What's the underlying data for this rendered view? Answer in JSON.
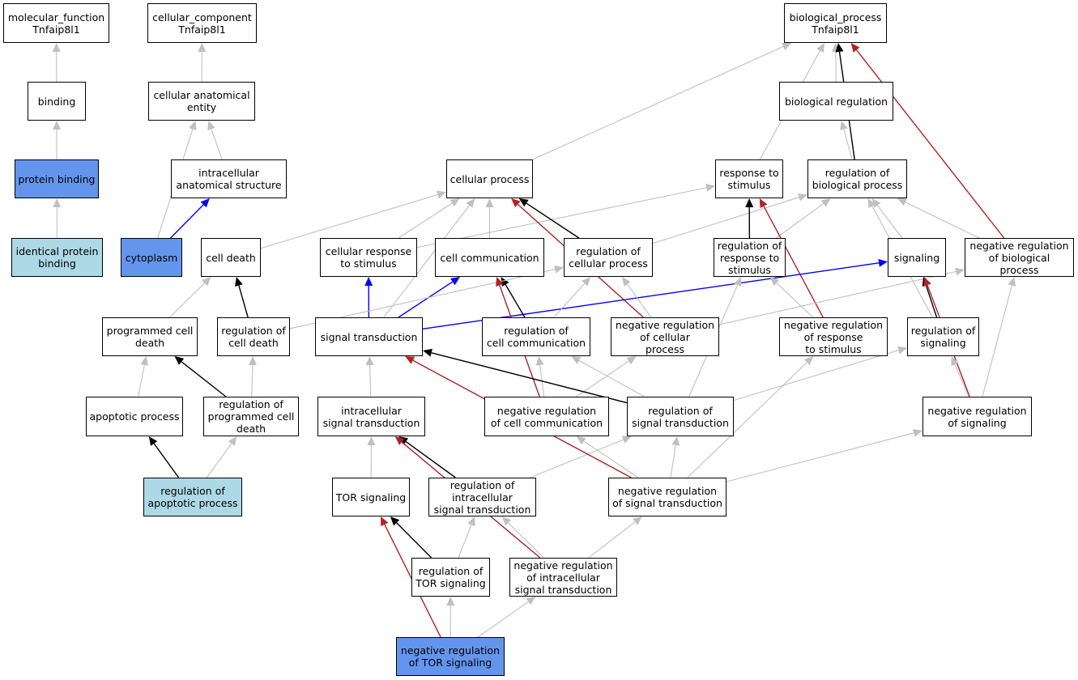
{
  "colors": {
    "annotated_term": "#6495ed",
    "related_term": "#add8e6",
    "edge_is_a": "#c0c0c0",
    "edge_part_of": "#0000ff",
    "edge_regulates": "#000000",
    "edge_negatively_regulates": "#b22222",
    "node_border": "#000000",
    "node_fill": "#ffffff"
  },
  "nodes": {
    "molecular_function": "molecular_function\nTnfaip8l1",
    "cellular_component": "cellular_component\nTnfaip8l1",
    "biological_process": "biological_process\nTnfaip8l1",
    "binding": "binding",
    "cellular_anatomical_entity": "cellular anatomical\nentity",
    "biological_regulation": "biological regulation",
    "protein_binding": "protein binding",
    "intracellular_anatomical_structure": "intracellular\nanatomical structure",
    "cellular_process": "cellular process",
    "response_to_stimulus": "response to\nstimulus",
    "regulation_of_biological_process": "regulation of\nbiological process",
    "identical_protein_binding": "identical protein\nbinding",
    "cytoplasm": "cytoplasm",
    "cell_death": "cell death",
    "cellular_response_to_stimulus": "cellular response\nto stimulus",
    "cell_communication": "cell communication",
    "regulation_of_cellular_process": "regulation of\ncellular process",
    "regulation_of_response_to_stimulus": "regulation of\nresponse to\nstimulus",
    "signaling": "signaling",
    "negative_regulation_of_biological_process": "negative regulation\nof biological\nprocess",
    "programmed_cell_death": "programmed cell\ndeath",
    "regulation_of_cell_death": "regulation of\ncell death",
    "signal_transduction": "signal transduction",
    "regulation_of_cell_communication": "regulation of\ncell communication",
    "negative_regulation_of_cellular_process": "negative regulation\nof cellular\nprocess",
    "negative_regulation_of_response_to_stimulus": "negative regulation\nof response\nto stimulus",
    "regulation_of_signaling": "regulation of\nsignaling",
    "apoptotic_process": "apoptotic process",
    "regulation_of_programmed_cell_death": "regulation of\nprogrammed cell\ndeath",
    "intracellular_signal_transduction": "intracellular\nsignal transduction",
    "negative_regulation_of_cell_communication": "negative regulation\nof cell communication",
    "regulation_of_signal_transduction": "regulation of\nsignal transduction",
    "negative_regulation_of_signaling": "negative regulation\nof signaling",
    "regulation_of_apoptotic_process": "regulation of\napoptotic process",
    "tor_signaling": "TOR signaling",
    "regulation_of_intracellular_signal_transduction": "regulation of\nintracellular\nsignal transduction",
    "negative_regulation_of_signal_transduction": "negative regulation\nof signal transduction",
    "regulation_of_tor_signaling": "regulation of\nTOR signaling",
    "negative_regulation_of_intracellular_signal_transduction": "negative regulation\nof intracellular\nsignal transduction",
    "negative_regulation_of_tor_signaling": "negative regulation\nof TOR signaling"
  },
  "edges": [
    {
      "from": "binding",
      "to": "molecular_function",
      "type": "is_a"
    },
    {
      "from": "protein_binding",
      "to": "binding",
      "type": "is_a"
    },
    {
      "from": "identical_protein_binding",
      "to": "protein_binding",
      "type": "is_a"
    },
    {
      "from": "cellular_anatomical_entity",
      "to": "cellular_component",
      "type": "is_a"
    },
    {
      "from": "intracellular_anatomical_structure",
      "to": "cellular_anatomical_entity",
      "type": "is_a"
    },
    {
      "from": "cytoplasm",
      "to": "cellular_anatomical_entity",
      "type": "is_a"
    },
    {
      "from": "cytoplasm",
      "to": "intracellular_anatomical_structure",
      "type": "part_of"
    },
    {
      "from": "cellular_process",
      "to": "biological_process",
      "type": "is_a"
    },
    {
      "from": "response_to_stimulus",
      "to": "biological_process",
      "type": "is_a"
    },
    {
      "from": "biological_regulation",
      "to": "biological_process",
      "type": "is_a"
    },
    {
      "from": "regulation_of_biological_process",
      "to": "biological_process",
      "type": "regulates"
    },
    {
      "from": "negative_regulation_of_biological_process",
      "to": "biological_process",
      "type": "negatively_regulates"
    },
    {
      "from": "regulation_of_biological_process",
      "to": "biological_regulation",
      "type": "is_a"
    },
    {
      "from": "cell_death",
      "to": "cellular_process",
      "type": "is_a"
    },
    {
      "from": "cellular_response_to_stimulus",
      "to": "cellular_process",
      "type": "is_a"
    },
    {
      "from": "cellular_response_to_stimulus",
      "to": "response_to_stimulus",
      "type": "is_a"
    },
    {
      "from": "cell_communication",
      "to": "cellular_process",
      "type": "is_a"
    },
    {
      "from": "regulation_of_cellular_process",
      "to": "cellular_process",
      "type": "regulates"
    },
    {
      "from": "regulation_of_cellular_process",
      "to": "regulation_of_biological_process",
      "type": "is_a"
    },
    {
      "from": "negative_regulation_of_cellular_process",
      "to": "cellular_process",
      "type": "negatively_regulates"
    },
    {
      "from": "signal_transduction",
      "to": "cellular_process",
      "type": "is_a"
    },
    {
      "from": "regulation_of_response_to_stimulus",
      "to": "response_to_stimulus",
      "type": "regulates"
    },
    {
      "from": "regulation_of_response_to_stimulus",
      "to": "regulation_of_biological_process",
      "type": "is_a"
    },
    {
      "from": "negative_regulation_of_response_to_stimulus",
      "to": "response_to_stimulus",
      "type": "negatively_regulates"
    },
    {
      "from": "signaling",
      "to": "regulation_of_biological_process",
      "type": "is_a"
    },
    {
      "from": "negative_regulation_of_biological_process",
      "to": "regulation_of_biological_process",
      "type": "is_a"
    },
    {
      "from": "programmed_cell_death",
      "to": "cell_death",
      "type": "is_a"
    },
    {
      "from": "regulation_of_cell_death",
      "to": "cell_death",
      "type": "regulates"
    },
    {
      "from": "signal_transduction",
      "to": "cellular_response_to_stimulus",
      "type": "part_of"
    },
    {
      "from": "signal_transduction",
      "to": "cell_communication",
      "type": "part_of"
    },
    {
      "from": "signal_transduction",
      "to": "signaling",
      "type": "part_of"
    },
    {
      "from": "regulation_of_cell_communication",
      "to": "cell_communication",
      "type": "regulates"
    },
    {
      "from": "regulation_of_cell_communication",
      "to": "regulation_of_cellular_process",
      "type": "is_a"
    },
    {
      "from": "negative_regulation_of_cellular_process",
      "to": "regulation_of_cellular_process",
      "type": "is_a"
    },
    {
      "from": "regulation_of_cell_death",
      "to": "regulation_of_cellular_process",
      "type": "is_a"
    },
    {
      "from": "negative_regulation_of_cellular_process",
      "to": "negative_regulation_of_biological_process",
      "type": "is_a"
    },
    {
      "from": "negative_regulation_of_response_to_stimulus",
      "to": "regulation_of_response_to_stimulus",
      "type": "is_a"
    },
    {
      "from": "regulation_of_signaling",
      "to": "signaling",
      "type": "regulates"
    },
    {
      "from": "regulation_of_signaling",
      "to": "regulation_of_biological_process",
      "type": "is_a"
    },
    {
      "from": "negative_regulation_of_signaling",
      "to": "signaling",
      "type": "negatively_regulates"
    },
    {
      "from": "negative_regulation_of_signaling",
      "to": "regulation_of_signaling",
      "type": "is_a"
    },
    {
      "from": "negative_regulation_of_signaling",
      "to": "negative_regulation_of_biological_process",
      "type": "is_a"
    },
    {
      "from": "apoptotic_process",
      "to": "programmed_cell_death",
      "type": "is_a"
    },
    {
      "from": "regulation_of_programmed_cell_death",
      "to": "programmed_cell_death",
      "type": "regulates"
    },
    {
      "from": "regulation_of_programmed_cell_death",
      "to": "regulation_of_cell_death",
      "type": "is_a"
    },
    {
      "from": "intracellular_signal_transduction",
      "to": "signal_transduction",
      "type": "is_a"
    },
    {
      "from": "negative_regulation_of_cell_communication",
      "to": "cell_communication",
      "type": "negatively_regulates"
    },
    {
      "from": "negative_regulation_of_cell_communication",
      "to": "regulation_of_cell_communication",
      "type": "is_a"
    },
    {
      "from": "negative_regulation_of_cell_communication",
      "to": "negative_regulation_of_cellular_process",
      "type": "is_a"
    },
    {
      "from": "regulation_of_signal_transduction",
      "to": "signal_transduction",
      "type": "regulates"
    },
    {
      "from": "regulation_of_signal_transduction",
      "to": "regulation_of_cell_communication",
      "type": "is_a"
    },
    {
      "from": "regulation_of_signal_transduction",
      "to": "regulation_of_response_to_stimulus",
      "type": "is_a"
    },
    {
      "from": "regulation_of_signal_transduction",
      "to": "regulation_of_signaling",
      "type": "is_a"
    },
    {
      "from": "regulation_of_apoptotic_process",
      "to": "apoptotic_process",
      "type": "regulates"
    },
    {
      "from": "regulation_of_apoptotic_process",
      "to": "regulation_of_programmed_cell_death",
      "type": "is_a"
    },
    {
      "from": "tor_signaling",
      "to": "intracellular_signal_transduction",
      "type": "is_a"
    },
    {
      "from": "regulation_of_intracellular_signal_transduction",
      "to": "intracellular_signal_transduction",
      "type": "regulates"
    },
    {
      "from": "regulation_of_intracellular_signal_transduction",
      "to": "regulation_of_signal_transduction",
      "type": "is_a"
    },
    {
      "from": "negative_regulation_of_signal_transduction",
      "to": "signal_transduction",
      "type": "negatively_regulates"
    },
    {
      "from": "negative_regulation_of_signal_transduction",
      "to": "regulation_of_signal_transduction",
      "type": "is_a"
    },
    {
      "from": "negative_regulation_of_signal_transduction",
      "to": "negative_regulation_of_cell_communication",
      "type": "is_a"
    },
    {
      "from": "negative_regulation_of_signal_transduction",
      "to": "negative_regulation_of_response_to_stimulus",
      "type": "is_a"
    },
    {
      "from": "negative_regulation_of_signal_transduction",
      "to": "negative_regulation_of_signaling",
      "type": "is_a"
    },
    {
      "from": "regulation_of_tor_signaling",
      "to": "tor_signaling",
      "type": "regulates"
    },
    {
      "from": "regulation_of_tor_signaling",
      "to": "regulation_of_intracellular_signal_transduction",
      "type": "is_a"
    },
    {
      "from": "negative_regulation_of_intracellular_signal_transduction",
      "to": "intracellular_signal_transduction",
      "type": "negatively_regulates"
    },
    {
      "from": "negative_regulation_of_intracellular_signal_transduction",
      "to": "regulation_of_intracellular_signal_transduction",
      "type": "is_a"
    },
    {
      "from": "negative_regulation_of_intracellular_signal_transduction",
      "to": "negative_regulation_of_signal_transduction",
      "type": "is_a"
    },
    {
      "from": "negative_regulation_of_tor_signaling",
      "to": "tor_signaling",
      "type": "negatively_regulates"
    },
    {
      "from": "negative_regulation_of_tor_signaling",
      "to": "regulation_of_tor_signaling",
      "type": "is_a"
    },
    {
      "from": "negative_regulation_of_tor_signaling",
      "to": "negative_regulation_of_intracellular_signal_transduction",
      "type": "is_a"
    }
  ]
}
